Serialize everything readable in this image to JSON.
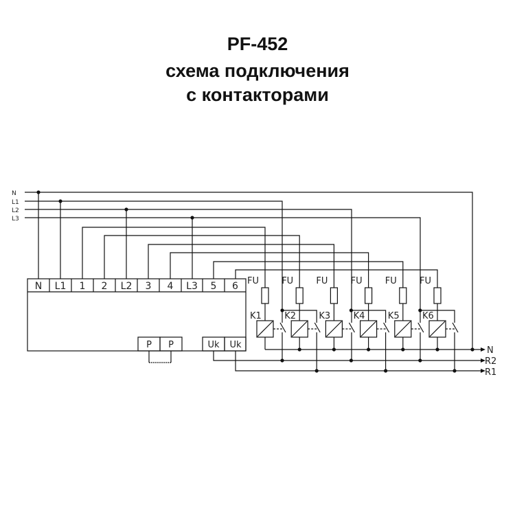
{
  "title": {
    "model": "PF-452",
    "line1": "схема подключения",
    "line2": "с контакторами"
  },
  "bus_labels": [
    "N",
    "L1",
    "L2",
    "L3"
  ],
  "terminals_top": [
    "N",
    "L1",
    "1",
    "2",
    "L2",
    "3",
    "4",
    "L3",
    "5",
    "6"
  ],
  "terminals_bottom_p": [
    "P",
    "P"
  ],
  "terminals_bottom_uk": [
    "Uk",
    "Uk"
  ],
  "fuse_label": "FU",
  "contactors": [
    "K1",
    "K2",
    "K3",
    "K4",
    "K5",
    "K6"
  ],
  "outputs": [
    "N",
    "R2",
    "R1"
  ]
}
